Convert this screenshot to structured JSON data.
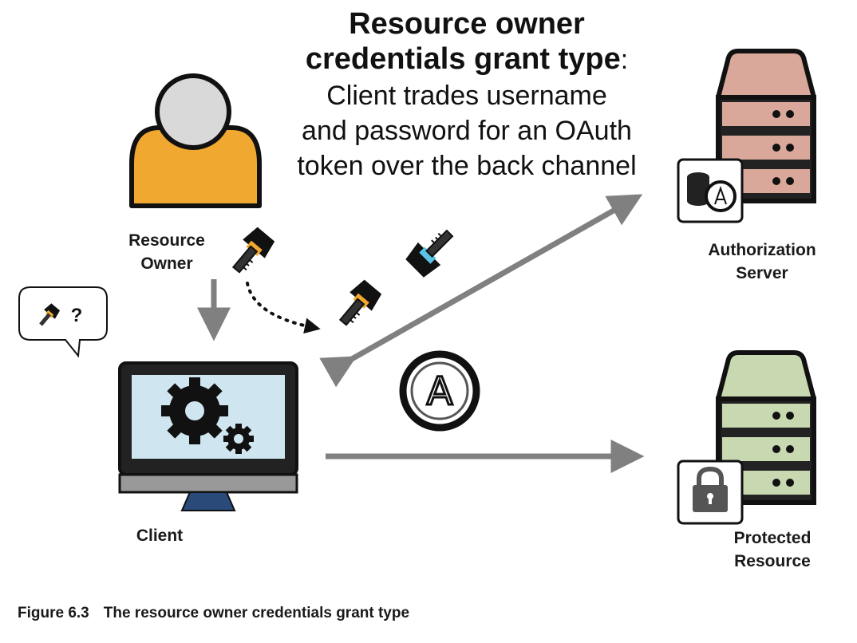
{
  "title": {
    "bold_line1": "Resource owner",
    "bold_line2": "credentials grant type",
    "colon": ":",
    "line3": "Client trades username",
    "line4": "and password for an OAuth",
    "line5": "token over the back channel"
  },
  "actors": {
    "resource_owner": {
      "line1": "Resource",
      "line2": "Owner"
    },
    "client": {
      "label": "Client"
    },
    "authorization_server": {
      "line1": "Authorization",
      "line2": "Server"
    },
    "protected_resource": {
      "line1": "Protected",
      "line2": "Resource"
    }
  },
  "speech_bubble": {
    "text": "?"
  },
  "token_badge": {
    "letter": "A"
  },
  "figure_caption": {
    "number": "Figure 6.3",
    "text": "The resource owner credentials grant type"
  },
  "colors": {
    "user_body": "#f0a830",
    "user_head": "#d9d9d9",
    "arrow": "#808080",
    "auth_server": "#d9a89a",
    "protected_resource": "#c8d8b0",
    "screen": "#cfe6f0",
    "key_orange": "#f0a830",
    "key_blue": "#5bc3e8"
  }
}
